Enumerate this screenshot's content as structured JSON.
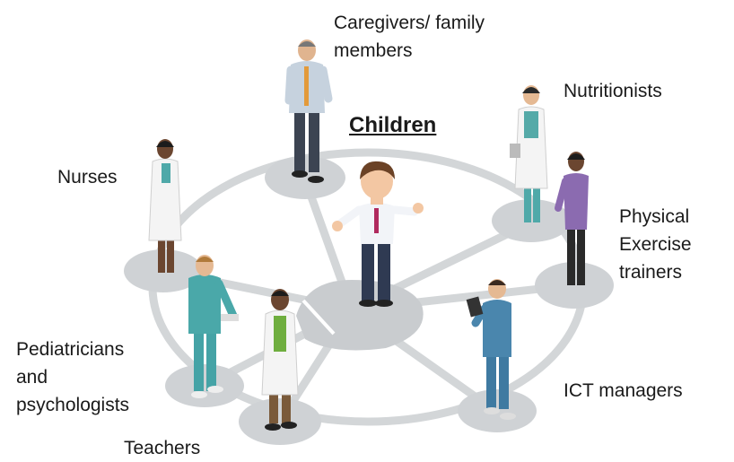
{
  "diagram": {
    "center_title": "Children",
    "roles": {
      "caregivers": [
        "Caregivers/ family",
        "members"
      ],
      "nutritionists": [
        "Nutritionists"
      ],
      "physical": [
        "Physical",
        "Exercise",
        "trainers"
      ],
      "ict": [
        "ICT managers"
      ],
      "teachers": [
        "Teachers"
      ],
      "pediatricians": [
        "Pediatricians",
        "and",
        "psychologists"
      ],
      "nurses": [
        "Nurses"
      ]
    },
    "colors": {
      "network": "#d3d6d8",
      "platform": "#c9cccf",
      "scrub_teal": "#4f9fa8",
      "scrub_blue": "#4a7fa6",
      "labcoat": "#f4f4f4",
      "text": "#1a1a1a"
    }
  }
}
